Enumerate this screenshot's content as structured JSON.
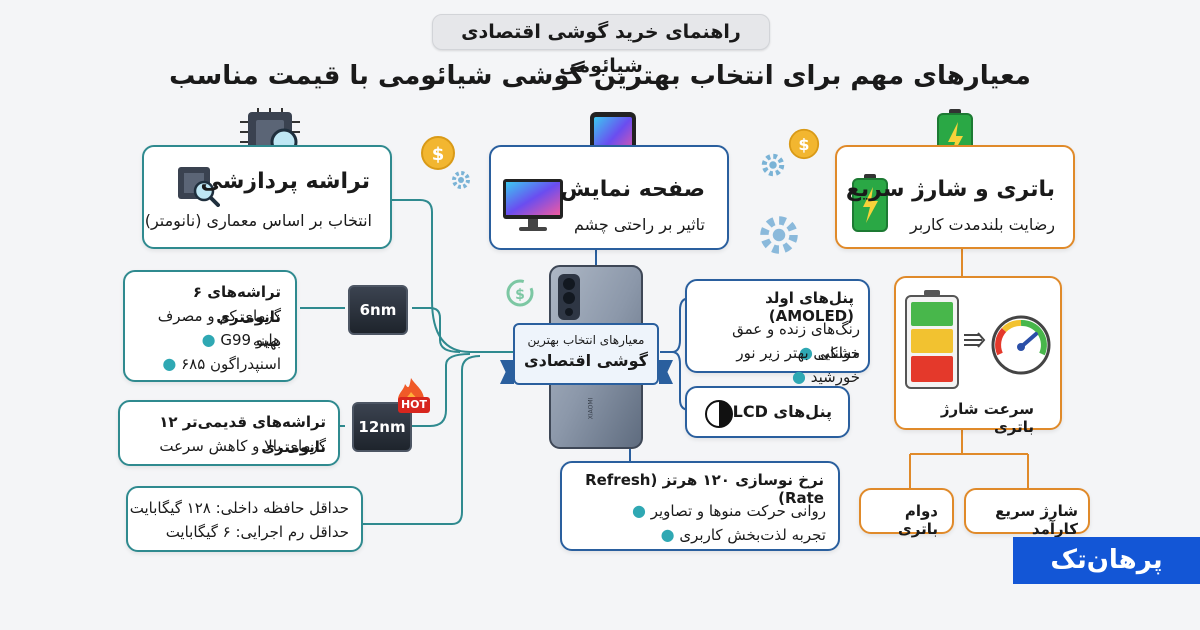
{
  "header": {
    "kicker": "راهنمای خرید گوشی اقتصادی شیائومی",
    "title": "معیارهای مهم برای انتخاب بهترین گوشی شیائومی با قیمت مناسب"
  },
  "center": {
    "line1": "معیارهای انتخاب بهترین",
    "line2": "گوشی اقتصادی",
    "phone_brand": "XIAOMI"
  },
  "processor": {
    "title": "تراشه پردازشی",
    "subtitle": "انتخاب بر اساس معماری (نانومتر)"
  },
  "chip6": {
    "label": "6nm",
    "line1": "تراشه‌های ۶ نانومتری",
    "line2": "گرمای کم و مصرف بهینه",
    "bullets": [
      "هلیو G99",
      "اسنپدراگون ۶۸۵"
    ]
  },
  "chip12": {
    "label": "12nm",
    "badge": "HOT",
    "line1": "تراشه‌های قدیمی‌تر ۱۲ نانومتری",
    "line2": "گرمای بالا و کاهش سرعت"
  },
  "storage": {
    "line1": "حداقل حافظه داخلی: ۱۲۸ گیگابایت",
    "line2": "حداقل رم اجرایی: ۶ گیگابایت"
  },
  "display": {
    "title": "صفحه نمایش",
    "subtitle": "تاثیر بر راحتی چشم"
  },
  "amoled": {
    "title": "پنل‌های اولد (AMOLED)",
    "bullets": [
      "رنگ‌های زنده و عمق مشکی",
      "خوانایی بهتر زیر نور خورشید"
    ]
  },
  "lcd": {
    "title": "پنل‌های LCD"
  },
  "refresh": {
    "title": "نرخ نوسازی ۱۲۰ هرتز (Refresh Rate)",
    "bullets": [
      "روانی حرکت منوها و تصاویر",
      "تجربه لذت‌بخش کاربری"
    ]
  },
  "battery": {
    "title": "باتری و شارژ سریع",
    "subtitle": "رضایت بلندمدت کاربر"
  },
  "charge_speed": {
    "label": "سرعت شارژ باتری"
  },
  "fast_charge": {
    "label": "شارژ سریع کارآمد"
  },
  "battery_life": {
    "label": "دوام باتری"
  },
  "brand": {
    "logo_text": "پرهان‌تک"
  },
  "colors": {
    "teal": "#2f8a8f",
    "blue": "#2a5f9e",
    "orange": "#e08a2a",
    "logo_bg": "#1356d6"
  }
}
